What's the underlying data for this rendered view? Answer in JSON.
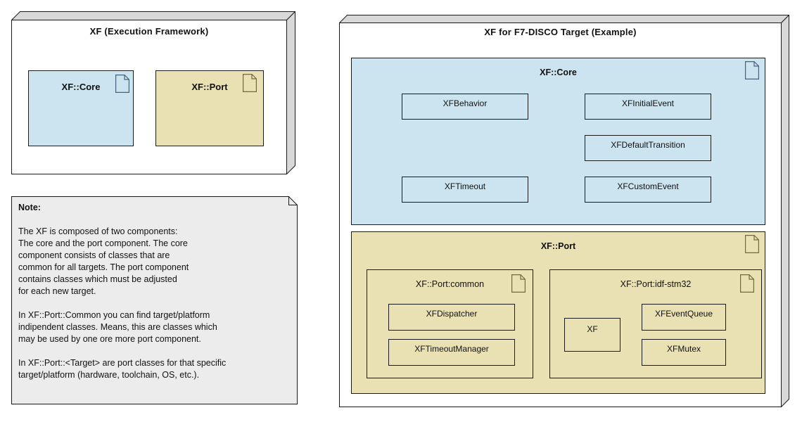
{
  "left_framework_box": {
    "title": "XF (Execution Framework)",
    "components": [
      {
        "name": "XF::Core"
      },
      {
        "name": "XF::Port"
      }
    ]
  },
  "note": {
    "heading": "Note:",
    "paragraphs": [
      "The XF is composed of two components:\nThe core and the port component. The core\ncomponent consists of classes that are\ncommon for all targets. The port component\ncontains classes which must be adjusted\nfor each new target.",
      "In XF::Port::Common you can find target/platform\nindipendent classes. Means, this are classes which\nmay be used by one ore more port component.",
      "In XF::Port::<Target> are port classes for that specific\ntarget/platform (hardware, toolchain, OS, etc.)."
    ]
  },
  "right_target_box": {
    "title": "XF for F7-DISCO Target (Example)",
    "core_package": {
      "title": "XF::Core",
      "classes": [
        "XFBehavior",
        "XFInitialEvent",
        "XFDefaultTransition",
        "XFTimeout",
        "XFCustomEvent"
      ]
    },
    "port_package": {
      "title": "XF::Port",
      "subpackages": [
        {
          "title": "XF::Port:common",
          "classes": [
            "XFDispatcher",
            "XFTimeoutManager"
          ]
        },
        {
          "title": "XF::Port:idf-stm32",
          "classes": [
            "XF",
            "XFEventQueue",
            "XFMutex"
          ]
        }
      ]
    }
  },
  "icons": {
    "package_marker": "document-folded-corner-icon"
  },
  "colors": {
    "core_fill": "#cbe4f0",
    "port_fill": "#e9e1b3",
    "note_fill": "#ececec",
    "slab_side_fill": "#d8d8d8",
    "border": "#1a1a1a"
  }
}
